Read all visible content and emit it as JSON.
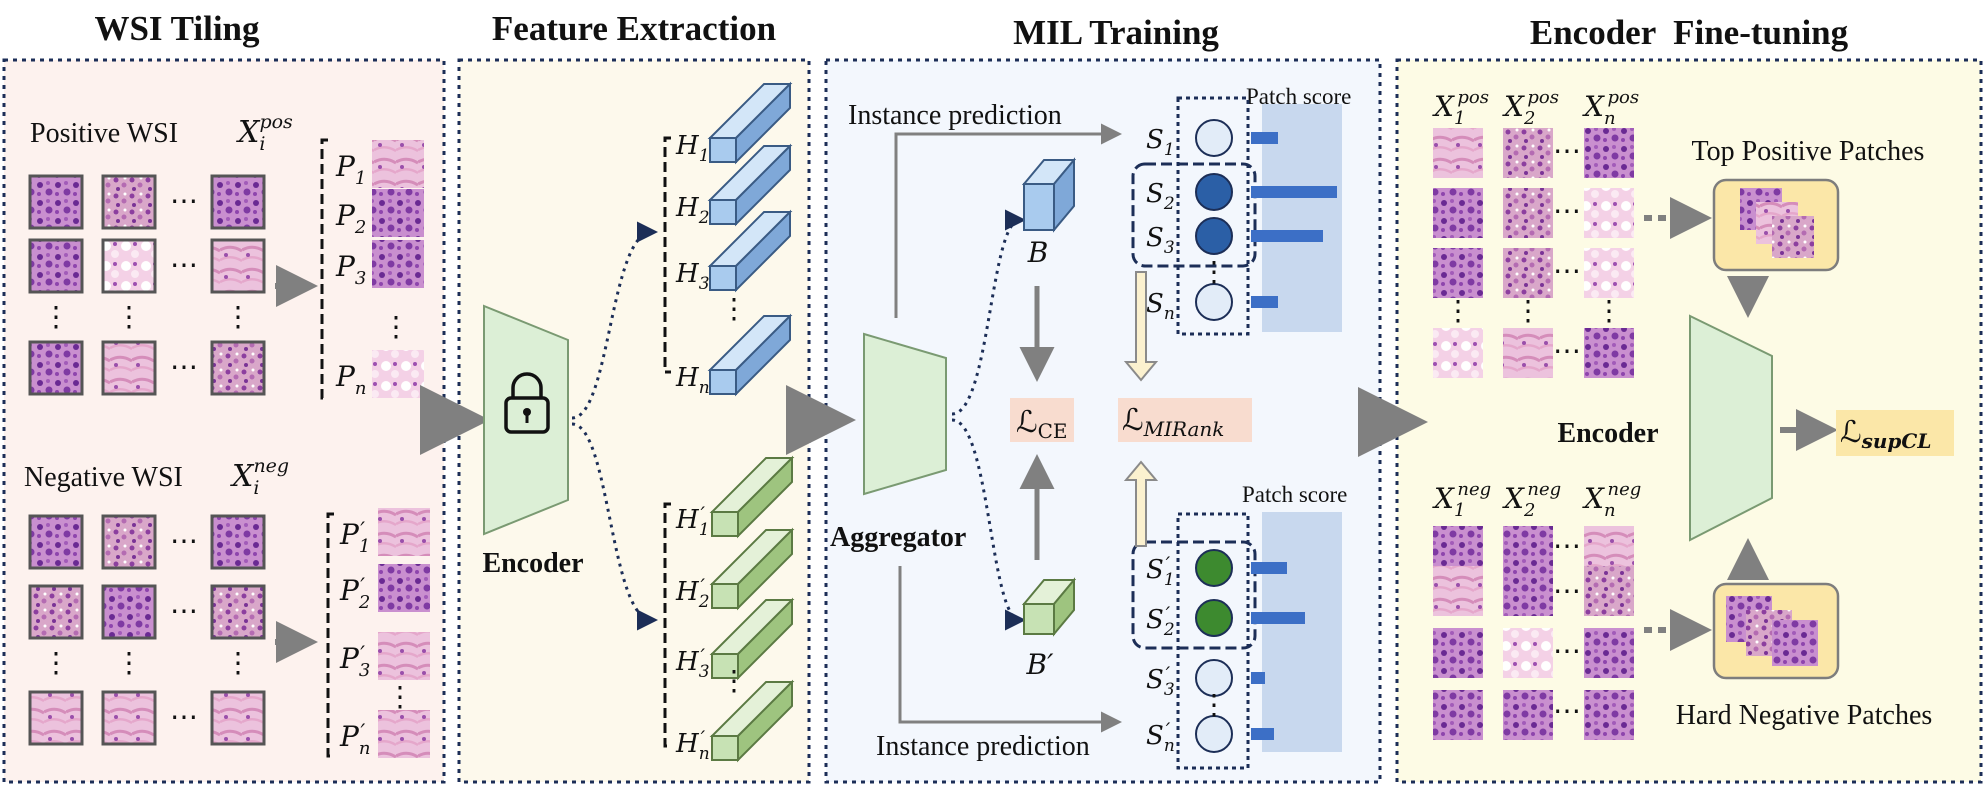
{
  "titles": {
    "wsi_tiling": "WSI Tiling",
    "feature_extraction": "Feature Extraction",
    "mil_training": "MIL Training",
    "encoder_finetuning": "Encoder  Fine-tuning"
  },
  "wsi": {
    "positive_label": "Positive WSI",
    "positive_symbol": "X",
    "positive_sub": "i",
    "positive_sup": "pos",
    "negative_label": "Negative WSI",
    "negative_symbol": "X",
    "negative_sub": "i",
    "negative_sup": "neg",
    "positive_patches": [
      {
        "base": "P",
        "sub": "1",
        "prime": ""
      },
      {
        "base": "P",
        "sub": "2",
        "prime": ""
      },
      {
        "base": "P",
        "sub": "3",
        "prime": ""
      },
      {
        "base": "P",
        "sub": "n",
        "prime": ""
      }
    ],
    "negative_patches": [
      {
        "base": "P",
        "sub": "1",
        "prime": "′"
      },
      {
        "base": "P",
        "sub": "2",
        "prime": "′"
      },
      {
        "base": "P",
        "sub": "3",
        "prime": "′"
      },
      {
        "base": "P",
        "sub": "n",
        "prime": "′"
      }
    ],
    "ellipsis": "⋯",
    "vellipsis": "⋮"
  },
  "feature": {
    "encoder_label": "Encoder",
    "positive_features": [
      {
        "base": "H",
        "sub": "1",
        "prime": ""
      },
      {
        "base": "H",
        "sub": "2",
        "prime": ""
      },
      {
        "base": "H",
        "sub": "3",
        "prime": ""
      },
      {
        "base": "H",
        "sub": "n",
        "prime": ""
      }
    ],
    "negative_features": [
      {
        "base": "H",
        "sub": "1",
        "prime": "′"
      },
      {
        "base": "H",
        "sub": "2",
        "prime": "′"
      },
      {
        "base": "H",
        "sub": "3",
        "prime": "′"
      },
      {
        "base": "H",
        "sub": "n",
        "prime": "′"
      }
    ]
  },
  "mil": {
    "instance_prediction_top": "Instance prediction",
    "instance_prediction_bottom": "Instance prediction",
    "patch_score_top": "Patch score",
    "patch_score_bottom": "Patch score",
    "aggregator_label": "Aggregator",
    "bag_pos": "B",
    "bag_neg": "B′",
    "loss_ce": "ℒ",
    "loss_ce_sub": "CE",
    "loss_mirank": "ℒ",
    "loss_mirank_sub": "MIRank",
    "pos_scores": [
      {
        "base": "S",
        "sub": "1",
        "prime": "",
        "filled": false,
        "score": 0.3
      },
      {
        "base": "S",
        "sub": "2",
        "prime": "",
        "filled": true,
        "score": 0.95
      },
      {
        "base": "S",
        "sub": "3",
        "prime": "",
        "filled": true,
        "score": 0.8
      },
      {
        "base": "S",
        "sub": "n",
        "prime": "",
        "filled": false,
        "score": 0.3
      }
    ],
    "neg_scores": [
      {
        "base": "S",
        "sub": "1",
        "prime": "′",
        "filled": true,
        "score": 0.4
      },
      {
        "base": "S",
        "sub": "2",
        "prime": "′",
        "filled": true,
        "score": 0.6
      },
      {
        "base": "S",
        "sub": "3",
        "prime": "′",
        "filled": false,
        "score": 0.15
      },
      {
        "base": "S",
        "sub": "n",
        "prime": "′",
        "filled": false,
        "score": 0.25
      }
    ]
  },
  "finetune": {
    "pos_headers": [
      {
        "base": "X",
        "sub": "1",
        "sup": "pos"
      },
      {
        "base": "X",
        "sub": "2",
        "sup": "pos"
      },
      {
        "base": "X",
        "sub": "n",
        "sup": "pos"
      }
    ],
    "neg_headers": [
      {
        "base": "X",
        "sub": "1",
        "sup": "neg"
      },
      {
        "base": "X",
        "sub": "2",
        "sup": "neg"
      },
      {
        "base": "X",
        "sub": "n",
        "sup": "neg"
      }
    ],
    "top_positive_label": "Top Positive Patches",
    "hard_negative_label": "Hard Negative Patches",
    "encoder_label": "Encoder",
    "loss": "ℒ",
    "loss_sub": "supCL"
  },
  "colors": {
    "panel1_bg": "#fdf2ee",
    "panel2_bg": "#fdf9ec",
    "panel3_bg": "#f3f7fd",
    "panel4_bg": "#fdfbe5",
    "border": "#1c2e57",
    "encoder_fill": "#dcefd6",
    "blue_cube": "#a9cbee",
    "green_cube": "#c7e2b4",
    "blue_node": "#2b5fa6",
    "green_node": "#3d8a2f",
    "score_bar": "#3c6fc6",
    "score_bg": "#c8d8ee",
    "loss_bg": "#f8dccf",
    "gold_bg": "#fbe7a8",
    "arrow": "#808080"
  }
}
